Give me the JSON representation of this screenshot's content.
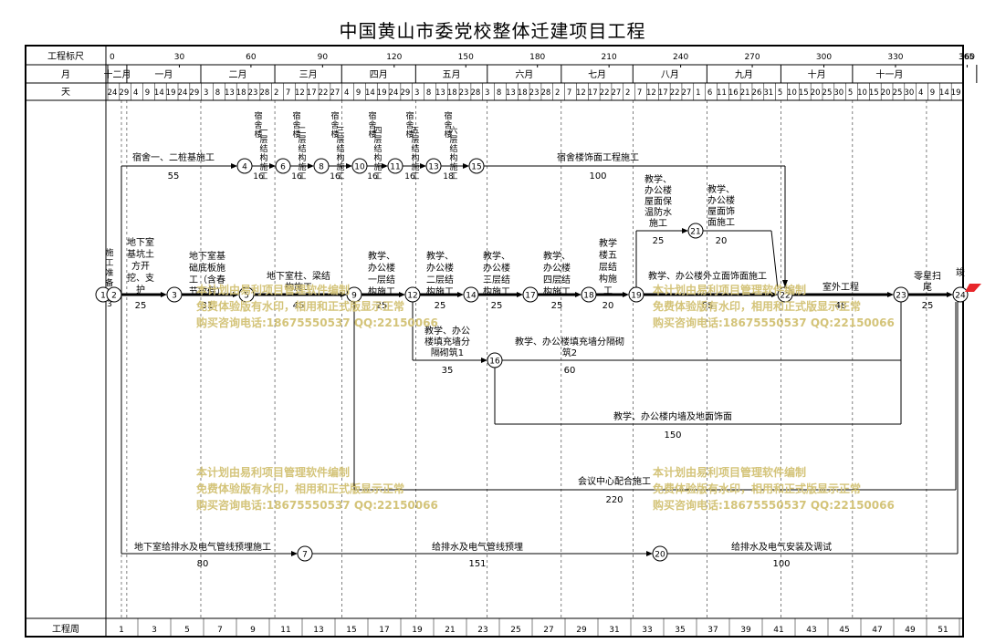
{
  "title": "中国黄山市委党校整体迁建项目工程",
  "header_labels": {
    "scale": "工程标尺",
    "month": "月",
    "day": "天",
    "week": "工程周"
  },
  "scale_ticks": [
    "0",
    "30",
    "60",
    "90",
    "120",
    "150",
    "180",
    "210",
    "240",
    "270",
    "300",
    "330",
    "360",
    "365"
  ],
  "months": [
    "十二月",
    "一月",
    "二月",
    "三月",
    "四月",
    "五月",
    "六月",
    "七月",
    "八月",
    "九月",
    "十月",
    "十一月"
  ],
  "day_ticks": [
    [
      "24",
      "29"
    ],
    [
      "4",
      "9",
      "14",
      "19",
      "24",
      "29"
    ],
    [
      "3",
      "8",
      "13",
      "18",
      "23",
      "28"
    ],
    [
      "2",
      "7",
      "12",
      "17",
      "22",
      "27"
    ],
    [
      "4",
      "9",
      "14",
      "19",
      "24",
      "29"
    ],
    [
      "3",
      "8",
      "13",
      "18",
      "23",
      "28"
    ],
    [
      "3",
      "8",
      "13",
      "18",
      "23",
      "28"
    ],
    [
      "2",
      "7",
      "12",
      "17",
      "22",
      "27"
    ],
    [
      "2",
      "7",
      "12",
      "17",
      "22",
      "27"
    ],
    [
      "1",
      "6",
      "11",
      "16",
      "21",
      "26",
      "31"
    ],
    [
      "5",
      "10",
      "15",
      "20",
      "25",
      "30"
    ],
    [
      "5",
      "10",
      "15",
      "20",
      "25",
      "30"
    ],
    [
      "4",
      "9",
      "14",
      "19"
    ]
  ],
  "weeks": [
    "1",
    "3",
    "5",
    "7",
    "9",
    "11",
    "13",
    "15",
    "17",
    "19",
    "21",
    "23",
    "25",
    "27",
    "29",
    "31",
    "33",
    "35",
    "37",
    "39",
    "41",
    "43",
    "45",
    "47",
    "49",
    "51"
  ],
  "nodes": [
    "1",
    "2",
    "3",
    "4",
    "5",
    "6",
    "7",
    "8",
    "9",
    "10",
    "11",
    "12",
    "13",
    "14",
    "15",
    "16",
    "17",
    "18",
    "19",
    "20",
    "21",
    "22",
    "23",
    "24"
  ],
  "activities": [
    {
      "name": "施工准备",
      "dur": "3"
    },
    {
      "name": "宿舍一、二桩基施工",
      "dur": "55"
    },
    {
      "name": "宿舍楼一层结构施工",
      "dur": "16"
    },
    {
      "name": "宿舍楼二层结构施工",
      "dur": "16"
    },
    {
      "name": "宿舍楼三层结构施工",
      "dur": "16"
    },
    {
      "name": "宿舍楼四层结构施工",
      "dur": "16"
    },
    {
      "name": "宿舍楼五层结构施工",
      "dur": "16"
    },
    {
      "name": "宿舍楼六层结构施工",
      "dur": "18"
    },
    {
      "name": "宿舍楼饰面工程施工",
      "dur": "100"
    },
    {
      "name": "地下室基坑土方开挖、支护",
      "dur": "25"
    },
    {
      "name": "地下室基础底板施工（含春节放假）",
      "dur": "31"
    },
    {
      "name": "地下室柱、梁结构施工",
      "dur": "45"
    },
    {
      "name": "教学、办公楼一层结构施工",
      "dur": "25"
    },
    {
      "name": "教学、办公楼二层结构施工",
      "dur": "25"
    },
    {
      "name": "教学、办公楼三层结构施工",
      "dur": "25"
    },
    {
      "name": "教学、办公楼四层结构施工",
      "dur": "25"
    },
    {
      "name": "教学楼五层结构施工",
      "dur": "20"
    },
    {
      "name": "教学、办公楼屋面保温防水施工",
      "dur": "25"
    },
    {
      "name": "教学、办公楼屋面饰面施工",
      "dur": "20"
    },
    {
      "name": "教学、办公楼外立面饰面施工",
      "dur": "65"
    },
    {
      "name": "室外工程",
      "dur": "48"
    },
    {
      "name": "零星扫尾",
      "dur": "25"
    },
    {
      "name": "竣工",
      "dur": ""
    },
    {
      "name": "教学、办公楼填充墙分隔砌筑1",
      "dur": "35"
    },
    {
      "name": "教学、办公楼填充墙分隔砌筑2",
      "dur": "60"
    },
    {
      "name": "教学、办公楼内墙及地面饰面",
      "dur": "150"
    },
    {
      "name": "会议中心配合施工",
      "dur": "220"
    },
    {
      "name": "地下室给排水及电气管线预埋施工",
      "dur": "80"
    },
    {
      "name": "给排水及电气管线预埋",
      "dur": "151"
    },
    {
      "name": "给排水及电气安装及调试",
      "dur": "100"
    }
  ],
  "watermark": {
    "line1": "本计划由易利项目管理软件编制",
    "line2": "免费体验版有水印，相用和正式版显示正常",
    "line3": "购买咨询电话:18675550537 QQ:22150066",
    "color": "#d4c47a"
  },
  "colors": {
    "line": "#000000",
    "critical": "#000000",
    "marker": "#e8262a"
  }
}
